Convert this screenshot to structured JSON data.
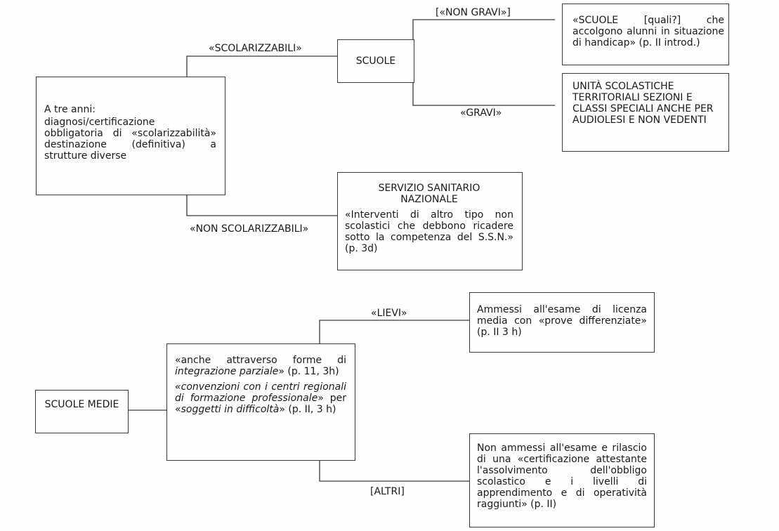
{
  "nodes": {
    "a_tre_anni": {
      "title": "A tre anni:",
      "text": "diagnosi/certificazione obbligatoria di «scolarizzabilità» destinazione (definitiva) a strutture diverse"
    },
    "scuole": "SCUOLE",
    "scuole_desc": "«SCUOLE [quali?] che accolgono alunni in situazione di handicap» (p. II introd.)",
    "unita": "UNITÀ SCOLASTICHE TERRITORIALI SEZIONI E CLASSI SPECIALI ANCHE PER AUDIOLESI E NON VEDENTI",
    "ssn": {
      "title": "SERVIZIO SANITARIO NAZIONALE",
      "text": "«Interventi di altro tipo non scolastici che debbono ricadere sotto la competenza del S.S.N.» (p. 3d)"
    },
    "scuole_medie": "SCUOLE MEDIE",
    "integrazione": {
      "part1_a": "«anche attraverso forme di ",
      "part1_it": "integrazione parziale",
      "part1_b": "» (p. 11, 3h)",
      "part2_it": "«convenzioni con i centri regionali di formazione professionale",
      "part2_a": "» per «",
      "part2_it2": "soggetti in difficoltà",
      "part2_b": "» (p. II, 3 h)"
    },
    "ammessi": "Ammessi all'esame di licenza media con «prove differenziate» (p. II 3 h)",
    "non_ammessi": "Non ammessi all'esame e rilascio di una «certificazione attestante l'assolvimento dell'obbligo scolastico e i livelli di apprendimento e di operatività raggiunti» (p. II)"
  },
  "edges": {
    "scolarizzabili": "«SCOLARIZZABILI»",
    "non_gravi": "[«NON GRAVI»]",
    "gravi": "«GRAVI»",
    "non_scolarizzabili": "«NON SCOLARIZZABILI»",
    "lievi": "«LIEVI»",
    "altri": "[ALTRI]"
  }
}
